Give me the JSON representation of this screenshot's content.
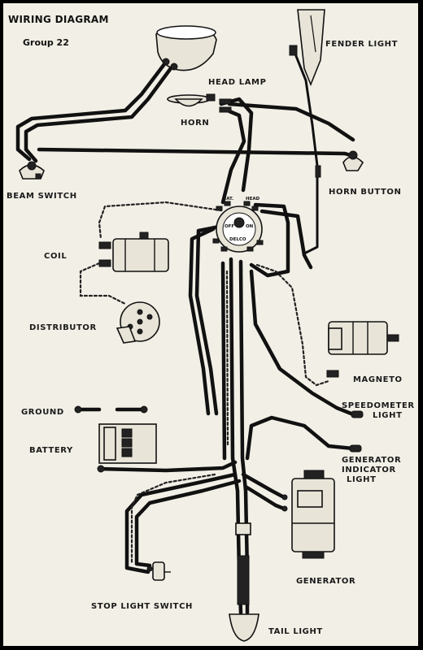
{
  "title": "WIRING DIAGRAM",
  "subtitle": "Group 22",
  "labels": {
    "head_lamp": "HEAD LAMP",
    "fender_light": "FENDER LIGHT",
    "horn": "HORN",
    "beam_switch": "BEAM SWITCH",
    "horn_button": "HORN BUTTON",
    "coil": "COIL",
    "distributor": "DISTRIBUTOR",
    "magneto": "MAGNETO",
    "ground": "GROUND",
    "speedometer_light_1": "SPEEDOMETER",
    "speedometer_light_2": "LIGHT",
    "battery": "BATTERY",
    "generator_indicator_1": "GENERATOR",
    "generator_indicator_2": "INDICATOR",
    "generator_indicator_3": "LIGHT",
    "generator": "GENERATOR",
    "stop_light_switch": "STOP LIGHT SWITCH",
    "tail_light": "TAIL LIGHT"
  },
  "switch_markings": {
    "off": "OFF",
    "on": "ON",
    "brand": "DELCO",
    "terminal_top_left": "BAT.",
    "terminal_top_right": "HEAD"
  }
}
